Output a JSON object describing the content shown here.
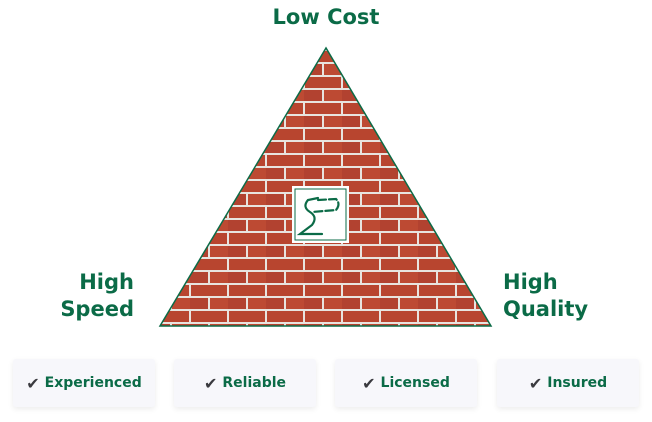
{
  "labels": {
    "top": "Low Cost",
    "left_line1": "High",
    "left_line2": "Speed",
    "right_line1": "High",
    "right_line2": "Quality"
  },
  "colors": {
    "accent": "#0b6b47",
    "brick": "#b8452f",
    "mortar": "#e8e4df"
  },
  "logo": {
    "icon": "sp-logo-icon"
  },
  "features": [
    {
      "icon": "check-icon",
      "label": "Experienced"
    },
    {
      "icon": "check-icon",
      "label": "Reliable"
    },
    {
      "icon": "check-icon",
      "label": "Licensed"
    },
    {
      "icon": "check-icon",
      "label": "Insured"
    }
  ]
}
